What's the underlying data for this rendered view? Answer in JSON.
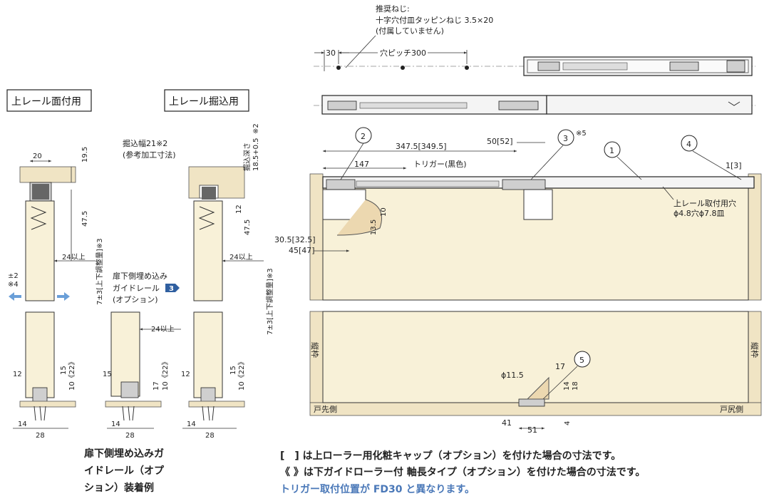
{
  "screw_note": {
    "line1": "推奨ねじ:",
    "line2": "十字穴付皿タッピンねじ 3.5×20",
    "line3": "(付属していません)"
  },
  "top_rail": {
    "dim_30": "30",
    "pitch": "穴ピッチ300"
  },
  "section_titles": {
    "surface": "上レール面付用",
    "recessed": "上レール掘込用"
  },
  "surface_dims": {
    "w20": "20",
    "d195": "19.5",
    "d475": "47.5",
    "adj": "7±3[上下調整量]※3",
    "d24": "24以上",
    "pm2": "±2",
    "note4": "※4",
    "d12": "12",
    "d15": "15",
    "d10": "10《22》",
    "d14": "14",
    "d28": "28"
  },
  "guide_rail": {
    "label1": "扉下側埋め込み",
    "label2": "ガイドレール",
    "num": "3",
    "label3": "(オプション)",
    "d24": "24以上",
    "d15": "15",
    "d17": "17",
    "d10": "10《22》",
    "d14": "14",
    "d28": "28",
    "caption1": "扉下側埋め込みガ",
    "caption2": "イドレール（オプ",
    "caption3": "ション）装着例"
  },
  "recessed_dims": {
    "width_label": "掘込幅21※2",
    "ref_label": "(参考加工寸法)",
    "depth_label": "掘込深さ",
    "depth_val": "18.5+0.5",
    "depth_note": "※2",
    "d12": "12",
    "d475": "47.5",
    "d24": "24以上",
    "adj": "7±3[上下調整量]※3",
    "d12b": "12",
    "d15": "15",
    "d10": "10《22》",
    "d14": "14",
    "d28": "28"
  },
  "front_view": {
    "c1": "1",
    "c2": "2",
    "c3": "3",
    "c4": "4",
    "c5": "5",
    "note5": "※5",
    "d3475": "347.5[349.5]",
    "d5052": "50[52]",
    "d147": "147",
    "trigger": "トリガー(黒色)",
    "d13": "1[3]",
    "hole1": "上レール取付用穴",
    "hole2": "ϕ4.8穴ϕ7.8皿",
    "d135": "13.5",
    "d10": "10",
    "d305": "30.5[32.5]",
    "d45": "45[47]",
    "frame_left": "縦枠",
    "frame_right": "縦枠",
    "d115": "ϕ11.5",
    "d17": "17",
    "d14": "14",
    "d18": "18",
    "d41": "41",
    "d51": "51",
    "d4": "4",
    "front_side": "戸先側",
    "rear_side": "戸尻側"
  },
  "notes": {
    "n1": "[　] は上ローラー用化粧キャップ（オプション）を付けた場合の寸法です。",
    "n2": "《 》は下ガイドローラー付 軸長タイプ（オプション）を付けた場合の寸法です。",
    "n3": "トリガー取付位置が FD30 と異なります。"
  },
  "colors": {
    "accent_blue": "#4a78b8",
    "wood": "#f0e4c4",
    "door": "#f8f1d8",
    "arrow": "#6a9fd8"
  }
}
